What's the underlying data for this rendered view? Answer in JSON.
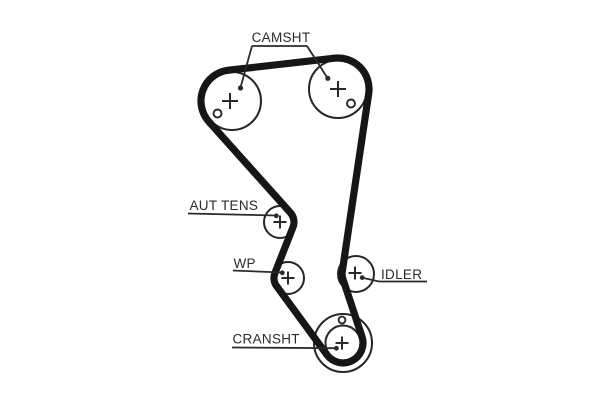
{
  "diagram": {
    "kind": "timing-belt-routing-diagram",
    "background_color": "#ffffff",
    "belt_color": "#161616",
    "outline_color": "#2a2a2a",
    "labels": {
      "camshaft": "CAMSHT",
      "auto_tensioner": "AUT TENS",
      "water_pump": "WP",
      "idler": "IDLER",
      "crankshaft": "CRANSHT"
    },
    "markers": {
      "center_cross": "+",
      "alignment_hole": "o"
    },
    "pulleys": [
      {
        "name": "camshaft-left",
        "label": "CAMSHT"
      },
      {
        "name": "camshaft-right",
        "label": "CAMSHT"
      },
      {
        "name": "auto-tensioner",
        "label": "AUT TENS"
      },
      {
        "name": "water-pump",
        "label": "WP"
      },
      {
        "name": "idler",
        "label": "IDLER"
      },
      {
        "name": "crankshaft",
        "label": "CRANSHT"
      }
    ]
  }
}
